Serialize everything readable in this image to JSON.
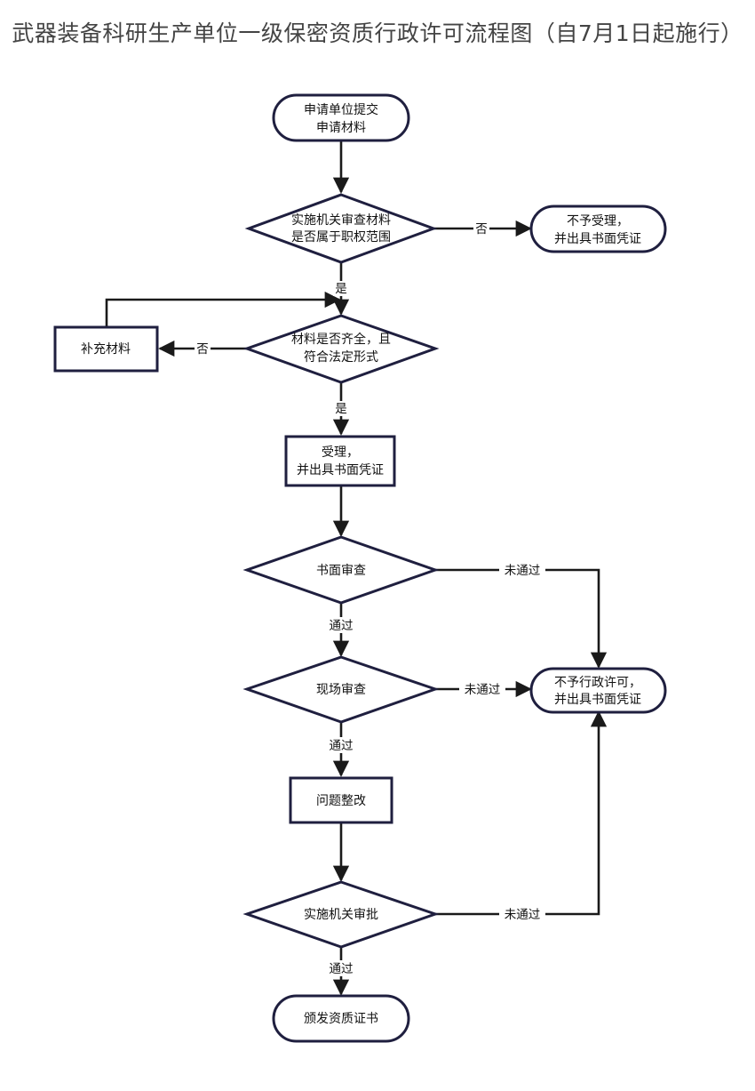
{
  "title": "武器装备科研生产单位一级保密资质行政许可流程图（自7月1日起施行）",
  "nodes": {
    "submit": [
      "申请单位提交",
      "申请材料"
    ],
    "check_scope": [
      "实施机关审查材料",
      "是否属于职权范围"
    ],
    "reject_scope": [
      "不予受理，",
      "并出具书面凭证"
    ],
    "check_complete": [
      "材料是否齐全，且",
      "符合法定形式"
    ],
    "supplement": [
      "补充材料"
    ],
    "accept": [
      "受理，",
      "并出具书面凭证"
    ],
    "paper_review": [
      "书面审查"
    ],
    "site_review": [
      "现场审查"
    ],
    "rectify": [
      "问题整改"
    ],
    "reject_permit": [
      "不予行政许可，",
      "并出具书面凭证"
    ],
    "approval": [
      "实施机关审批"
    ],
    "certificate": [
      "颁发资质证书"
    ]
  },
  "edge_labels": {
    "no": "否",
    "yes": "是",
    "pass": "通过",
    "fail": "未通过"
  }
}
